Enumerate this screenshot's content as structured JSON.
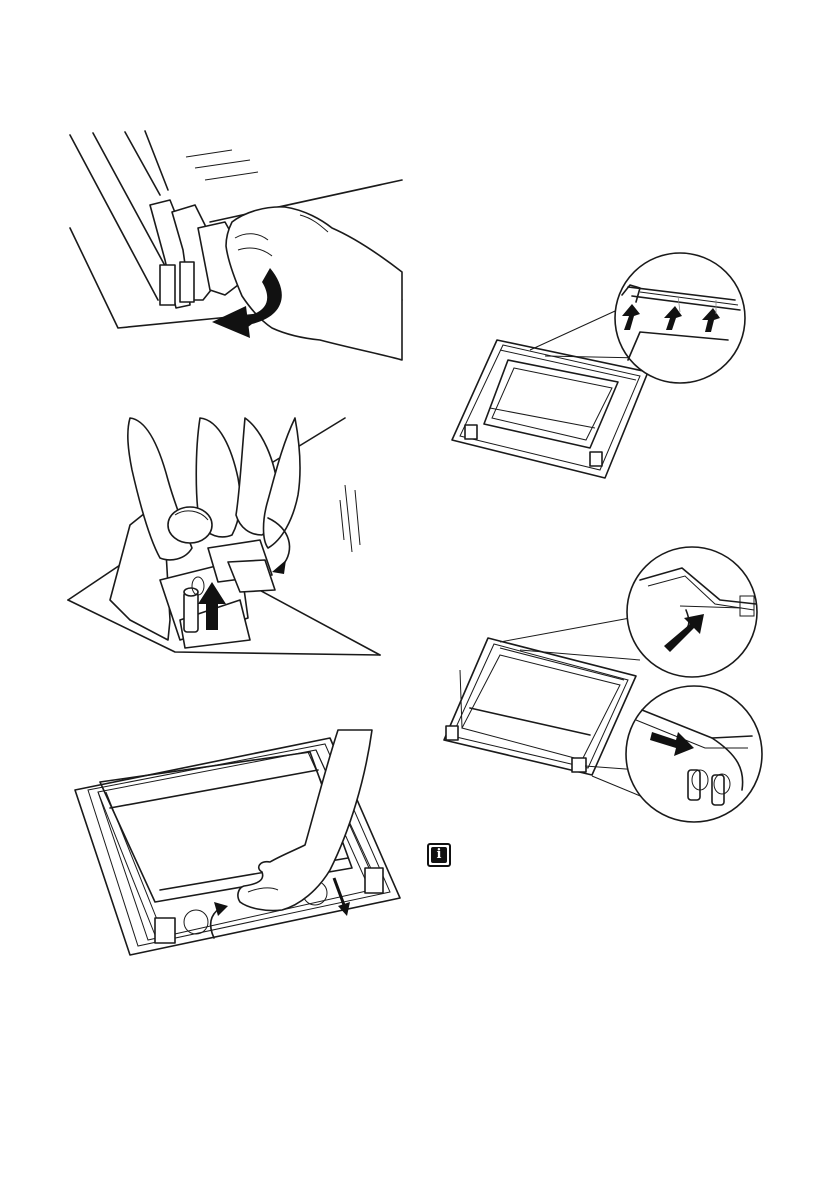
{
  "page": {
    "illustrations": [
      {
        "id": "hinge-release",
        "icon": "hand-releasing-hinge-clamp"
      },
      {
        "id": "hinge-lift",
        "icon": "fingers-lifting-hinge-lever"
      },
      {
        "id": "glass-panel-removal",
        "icon": "hand-pulling-inner-glass-panel"
      },
      {
        "id": "frame-clip-detail",
        "icon": "door-frame-with-zoom-detail"
      },
      {
        "id": "panel-insert-detail",
        "icon": "door-frame-with-two-zoom-details"
      }
    ],
    "info_note": {
      "icon": "info-icon",
      "glyph": "i"
    }
  }
}
